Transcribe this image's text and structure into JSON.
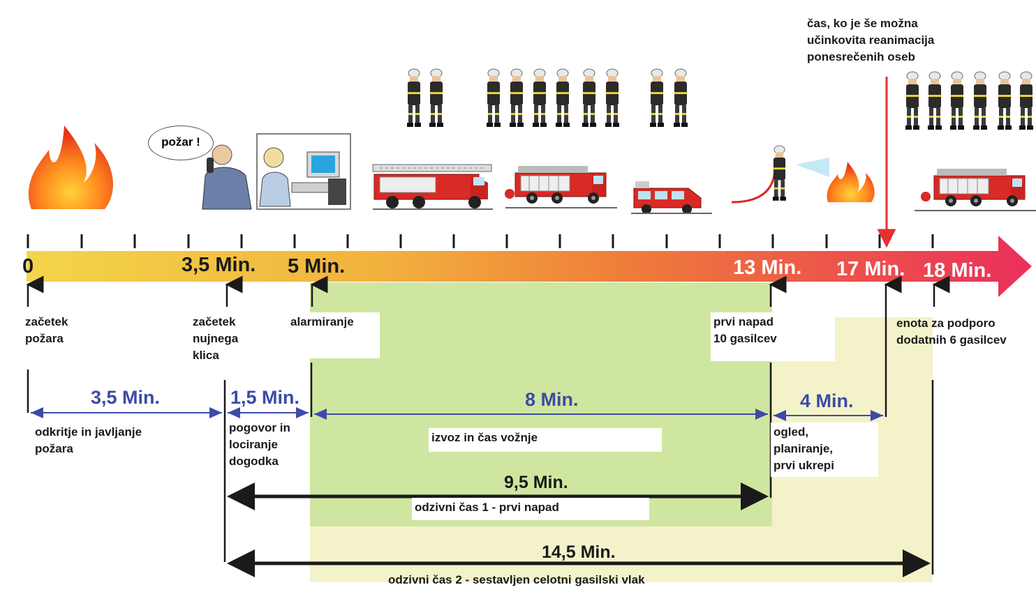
{
  "colors": {
    "timeline_start": "#f3d54a",
    "timeline_mid": "#f2a037",
    "timeline_end": "#ea2f5b",
    "green_zone": "#cfe6a0",
    "cream_zone": "#f4f2c9",
    "blue_arrow": "#3d4aa8",
    "red_arrow": "#e53030",
    "black": "#1a1a1a"
  },
  "speech_bubble": "požar !",
  "top_note": "čas, ko je še možna\nučinkovita reanimacija\nponesrečenih oseb",
  "timeline": {
    "ticks": [
      {
        "label": "0"
      },
      {
        "label": "3,5 Min."
      },
      {
        "label": "5 Min."
      },
      {
        "label": "13 Min."
      },
      {
        "label": "17 Min."
      },
      {
        "label": "18 Min."
      }
    ]
  },
  "events": [
    {
      "label": "začetek\npožara"
    },
    {
      "label": "začetek\nnujnega\nklica"
    },
    {
      "label": "alarmiranje"
    },
    {
      "label": "prvi napad\n10 gasilcev"
    },
    {
      "label": "enota za podporo\ndodatnih 6 gasilcev"
    }
  ],
  "durations": [
    {
      "value": "3,5 Min.",
      "label": "odkritje in javljanje\npožara"
    },
    {
      "value": "1,5 Min.",
      "label": "pogovor in\nlociranje\ndogodka"
    },
    {
      "value": "8 Min.",
      "label": "izvoz in čas vožnje"
    },
    {
      "value": "4 Min.",
      "label": "ogled,\nplaniranje,\nprvi ukrepi"
    }
  ],
  "response_times": [
    {
      "value": "9,5 Min.",
      "label": "odzivni čas 1 - prvi napad"
    },
    {
      "value": "14,5 Min.",
      "label": "odzivni čas 2 - sestavljen celotni gasilski vlak"
    }
  ],
  "icons": [
    "fire-icon",
    "caller-icon",
    "dispatcher-icon",
    "ladder-truck-icon",
    "fire-engine-icon",
    "van-icon",
    "firefighter-hose-icon",
    "small-fire-icon",
    "support-engine-icon",
    "firefighter-icon"
  ]
}
